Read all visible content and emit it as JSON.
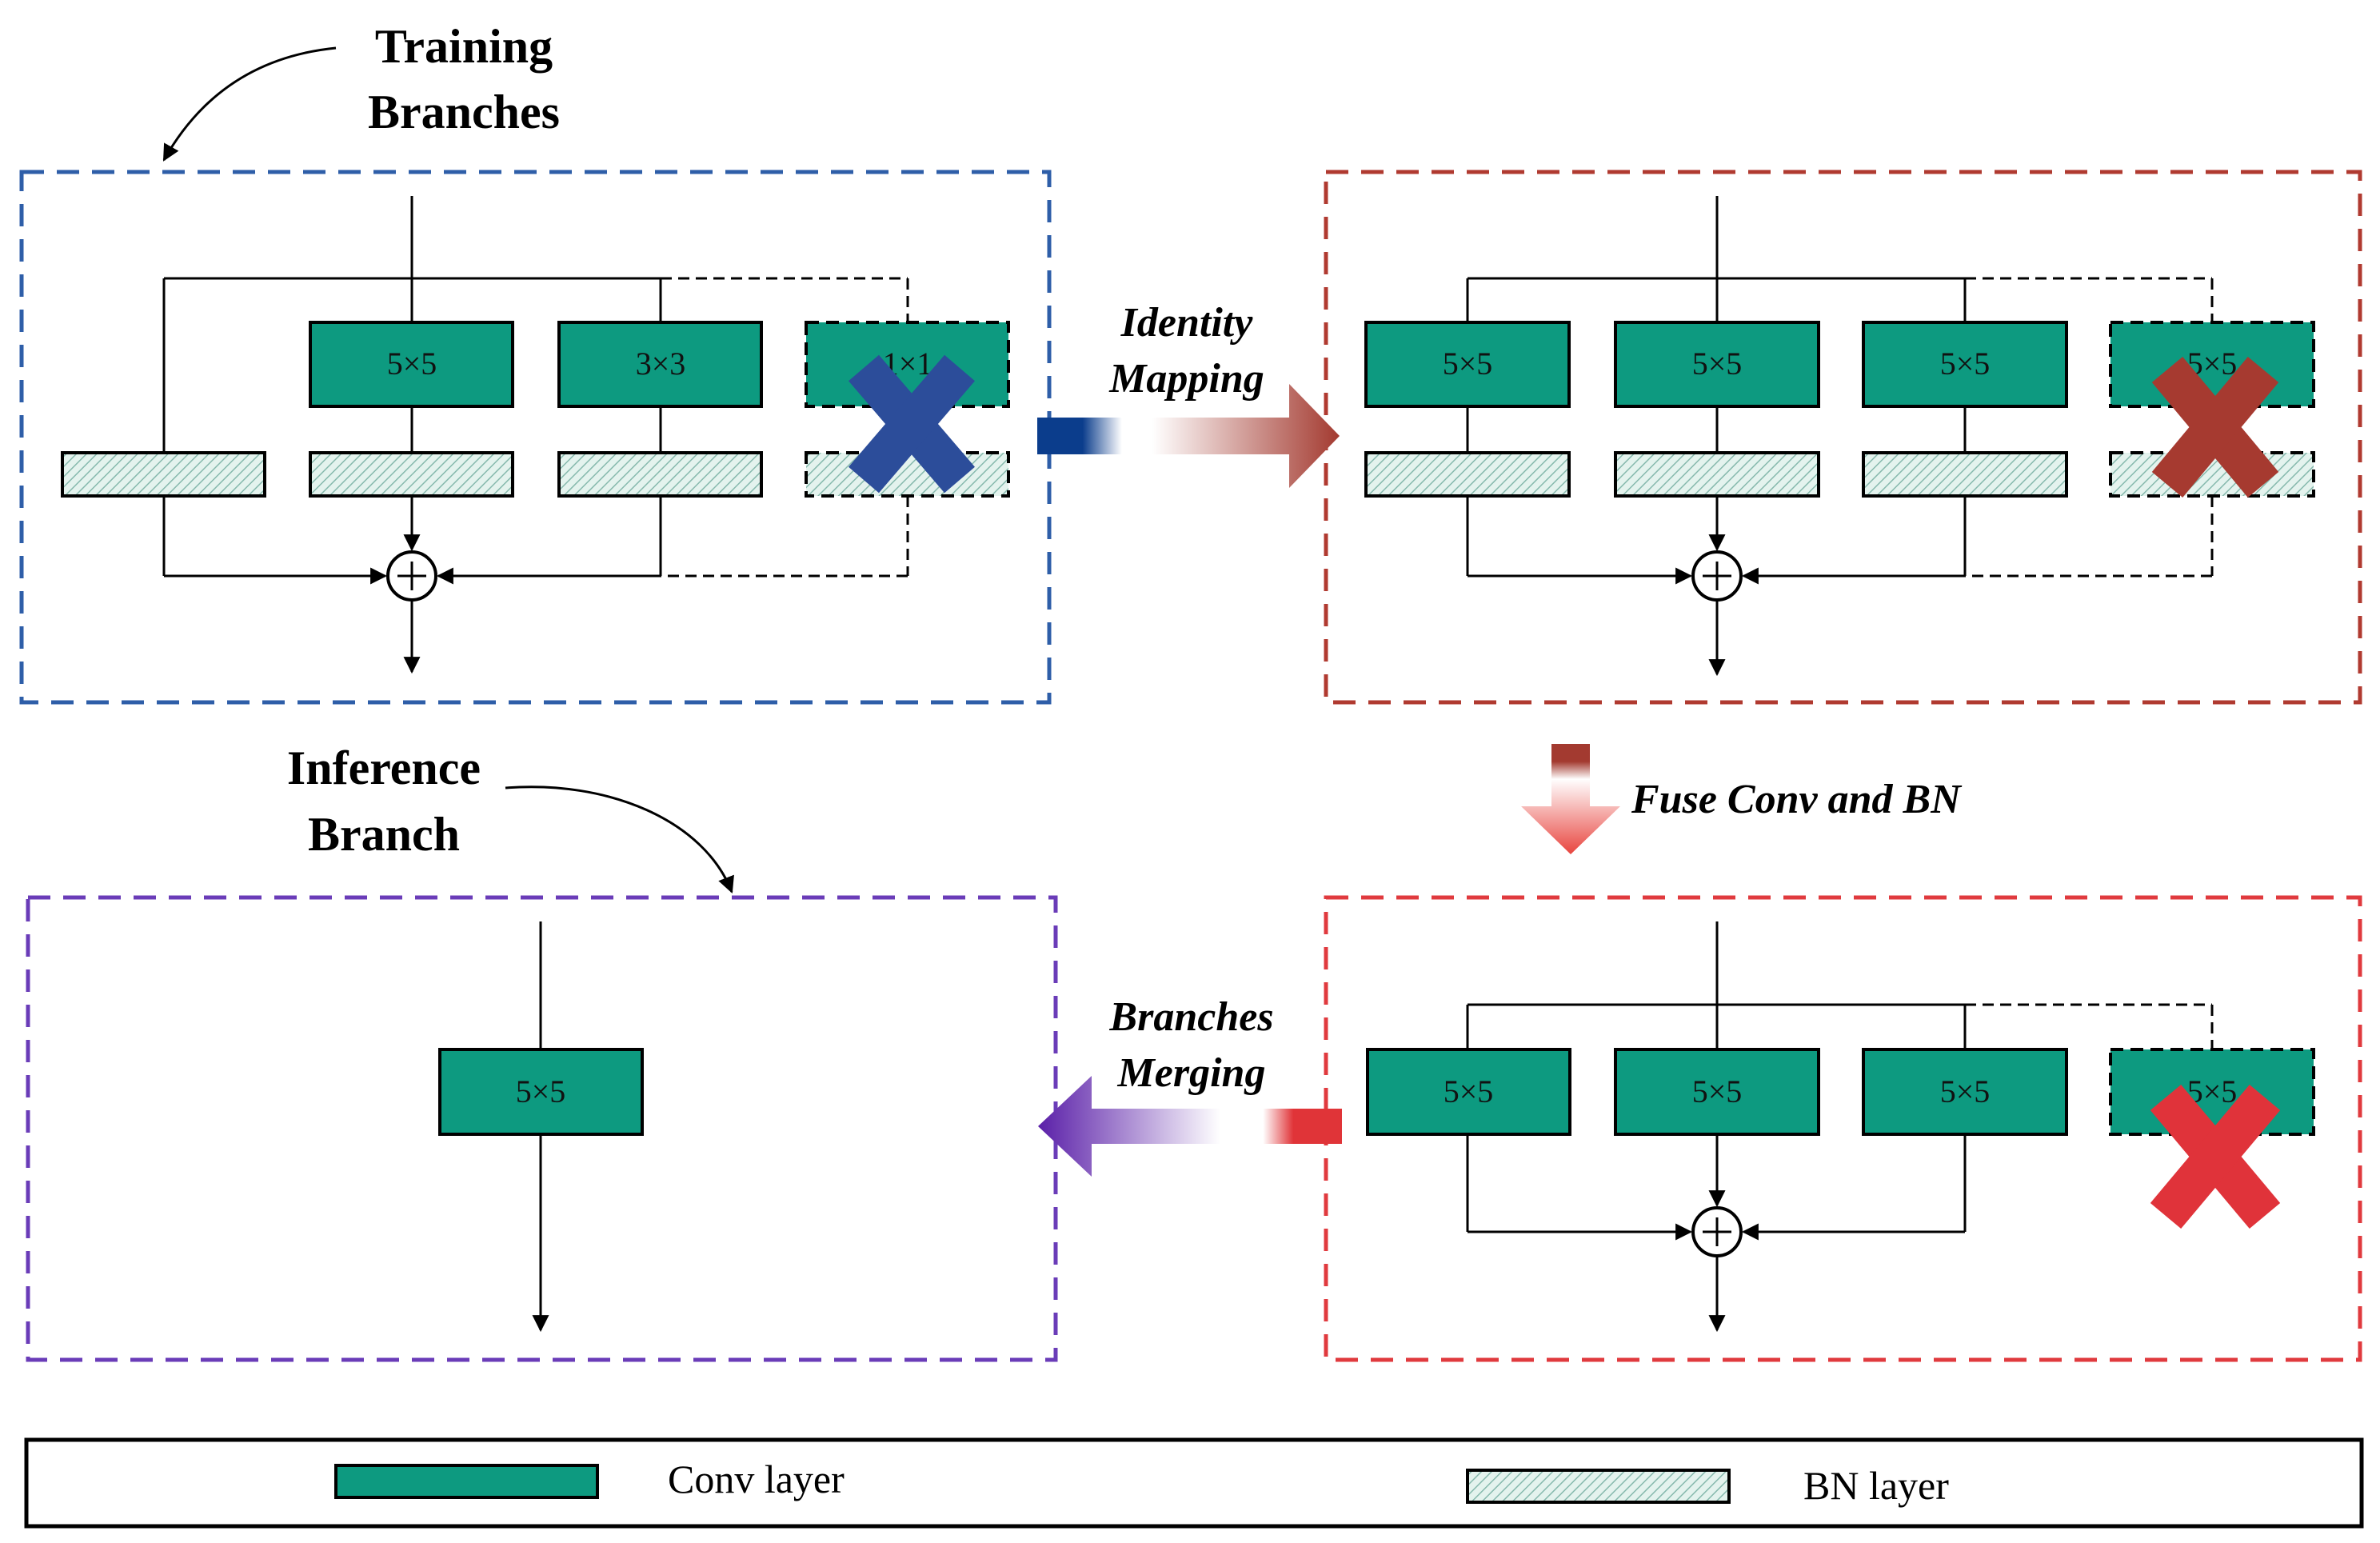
{
  "labels": {
    "training": [
      "Training",
      "Branches"
    ],
    "inference": [
      "Inference",
      "Branch"
    ],
    "identity_mapping": [
      "Identity",
      "Mapping"
    ],
    "fuse": "Fuse Conv and BN",
    "merging": [
      "Branches",
      "Merging"
    ]
  },
  "panels": {
    "training": {
      "kernels": [
        "5×5",
        "3×3",
        "1×1"
      ],
      "border_color": "#2e5ea8"
    },
    "identity": {
      "kernels": [
        "5×5",
        "5×5",
        "5×5",
        "5×5"
      ],
      "border_color": "#b03a30"
    },
    "fused": {
      "kernels": [
        "5×5",
        "5×5",
        "5×5",
        "5×5"
      ],
      "border_color": "#e03a3e"
    },
    "inference": {
      "kernel": "5×5",
      "border_color": "#6a3cb8"
    }
  },
  "legend": {
    "conv": "Conv layer",
    "bn": "BN layer"
  },
  "colors": {
    "conv": "#0d9a80",
    "cross_blue": "#2c4d9a",
    "cross_darkred": "#a63a30",
    "cross_red": "#e0333a",
    "arrow_blue": "#0b3d8c",
    "arrow_darkred": "#a33a30",
    "arrow_red": "#e03438",
    "arrow_purple": "#5a1fa8"
  },
  "icons": [
    "plus-circle-icon",
    "cross-icon",
    "arrow-down-icon",
    "curved-arrow-icon"
  ]
}
